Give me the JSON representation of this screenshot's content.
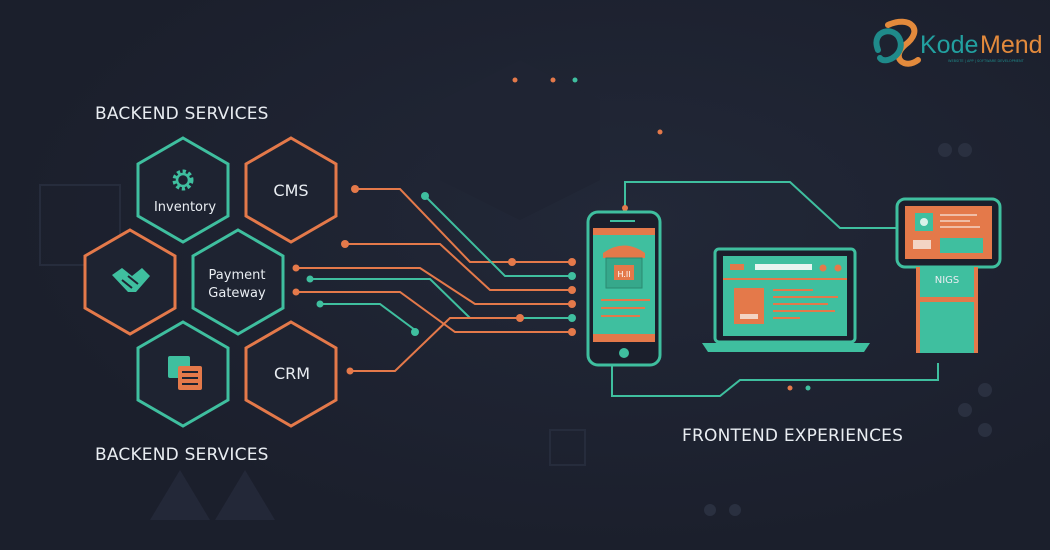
{
  "logo": {
    "brand_part1": "Kode",
    "brand_part2": "Mend",
    "tagline": "WEBSITE | APP | SOFTWARE DEVELOPMENT"
  },
  "headings": {
    "top": "BACKEND SERVICES",
    "bottom": "BACKEND SERVICES",
    "frontend": "FRONTEND EXPERIENCES"
  },
  "services": {
    "inventory": "Inventory",
    "cms": "CMS",
    "payment_line1": "Payment",
    "payment_line2": "Gateway",
    "crm": "CRM"
  },
  "kiosk": {
    "label": "NIGS"
  },
  "phone": {
    "shop_sign": "H.Il"
  },
  "colors": {
    "teal": "#3fbf9f",
    "orange": "#e4794a",
    "background": "#1b1f2c"
  }
}
